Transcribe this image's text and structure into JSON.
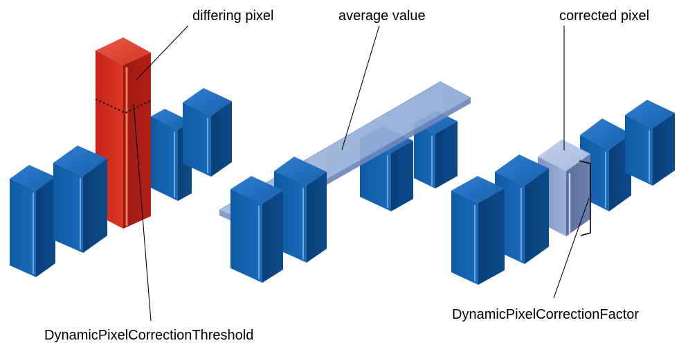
{
  "labels": {
    "differing_pixel": "differing pixel",
    "average_value": "average value",
    "corrected_pixel": "corrected pixel",
    "threshold": "DynamicPixelCorrectionThreshold",
    "factor": "DynamicPixelCorrectionFactor"
  },
  "colors": {
    "pixel_blue": "#0f5ea8",
    "pixel_red": "#d42a1c",
    "average_slab": "#93acd6",
    "corrected_pixel": "#8a9cc7"
  }
}
